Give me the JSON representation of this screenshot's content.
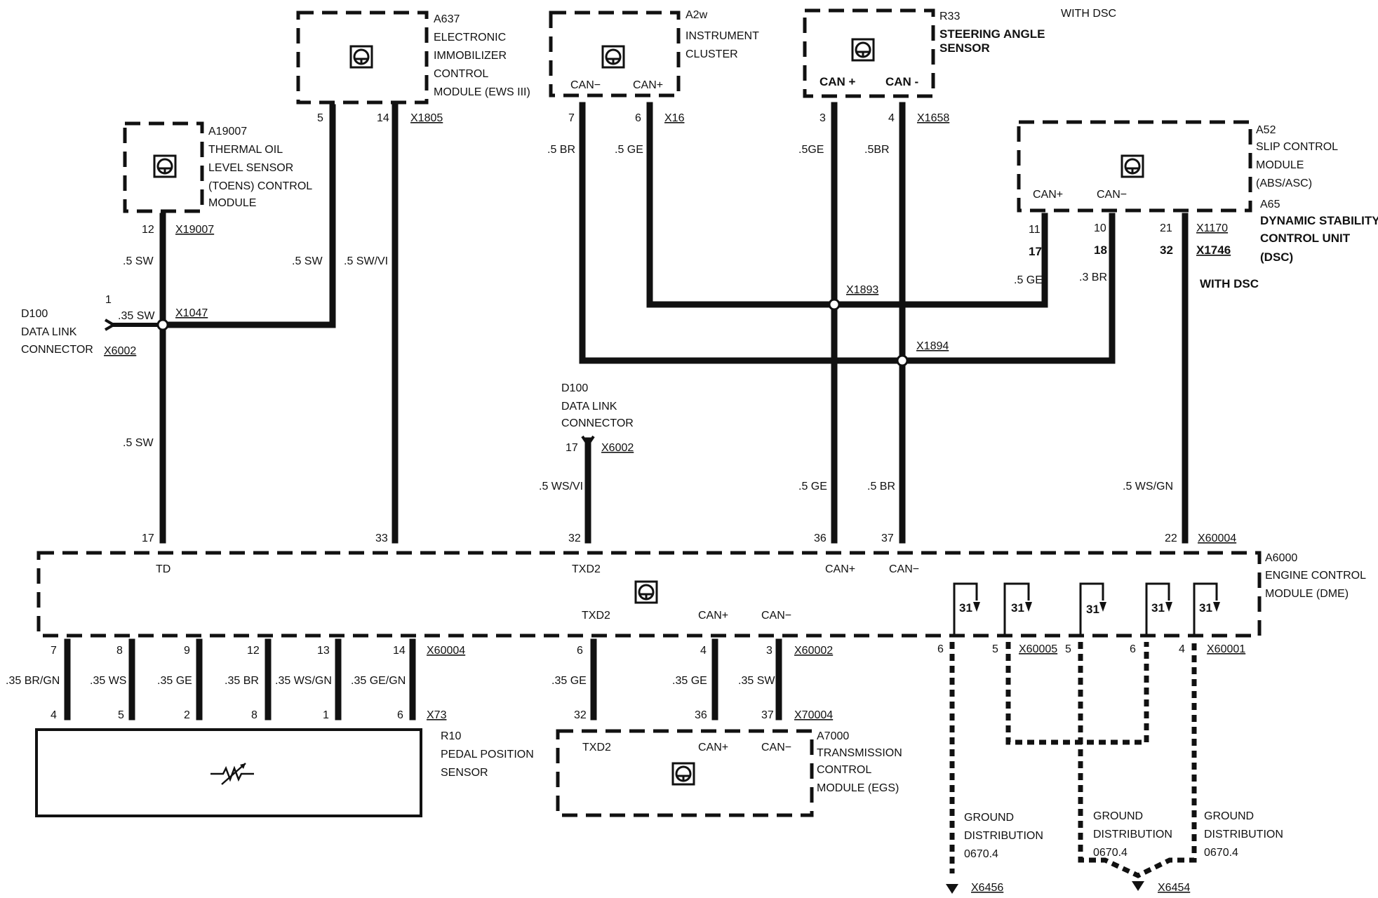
{
  "modules": {
    "a637": {
      "id": "A637",
      "lines": [
        "ELECTRONIC",
        "IMMOBILIZER",
        "CONTROL",
        "MODULE (EWS III)"
      ],
      "connector": "X1805",
      "pins": [
        "5",
        "14"
      ]
    },
    "a2w": {
      "id": "A2w",
      "lines": [
        "INSTRUMENT",
        "CLUSTER"
      ],
      "connector": "X16",
      "pins": [
        "7",
        "6"
      ],
      "can_minus": "CAN−",
      "can_plus": "CAN+"
    },
    "r33": {
      "id": "R33",
      "lines": [
        "STEERING ANGLE",
        "SENSOR"
      ],
      "connector": "X1658",
      "pins": [
        "3",
        "4"
      ],
      "can_plus": "CAN +",
      "can_minus": "CAN -",
      "note": "WITH DSC"
    },
    "a19007": {
      "id": "A19007",
      "lines": [
        "THERMAL OIL",
        "LEVEL SENSOR",
        "(TOENS) CONTROL",
        "MODULE"
      ],
      "connector": "X19007",
      "pin": "12"
    },
    "a52": {
      "id": "A52",
      "lines": [
        "SLIP CONTROL",
        "MODULE",
        "(ABS/ASC)"
      ],
      "alt_id": "A65",
      "alt_lines": [
        "DYNAMIC STABILITY",
        "CONTROL UNIT",
        "(DSC)"
      ],
      "note": "WITH DSC",
      "can_plus": "CAN+",
      "can_minus": "CAN−",
      "connector_a": "X1170",
      "connector_b": "X1746",
      "pins_a": [
        "11",
        "10",
        "21"
      ],
      "pins_b": [
        "17",
        "18",
        "32"
      ]
    },
    "a6000": {
      "id": "A6000",
      "lines": [
        "ENGINE CONTROL",
        "MODULE (DME)"
      ],
      "connector_top": "X60004",
      "pins_top": [
        "17",
        "33",
        "32",
        "36",
        "37",
        "22"
      ],
      "labels_top": [
        "TD",
        "TXD2",
        "CAN+",
        "CAN−"
      ],
      "labels_bottom": [
        "TXD2",
        "CAN+",
        "CAN−"
      ],
      "ground_pin": "31"
    },
    "a7000": {
      "id": "A7000",
      "lines": [
        "TRANSMISSION",
        "CONTROL",
        "MODULE (EGS)"
      ],
      "connector": "X70004",
      "pins": [
        "32",
        "36",
        "37"
      ],
      "labels": [
        "TXD2",
        "CAN+",
        "CAN−"
      ],
      "dme_connector": "X60002",
      "dme_pins": [
        "6",
        "4",
        "3"
      ]
    },
    "r10": {
      "id": "R10",
      "lines": [
        "PEDAL POSITION",
        "SENSOR"
      ],
      "connector": "X73",
      "pins": [
        "4",
        "5",
        "2",
        "8",
        "1",
        "6"
      ],
      "dme_connector": "X60004",
      "dme_pins": [
        "7",
        "8",
        "9",
        "12",
        "13",
        "14"
      ]
    }
  },
  "data_link_left": {
    "id": "D100",
    "lines": [
      "DATA LINK",
      "CONNECTOR"
    ],
    "connector": "X6002",
    "pin": "1",
    "splice": "X1047"
  },
  "data_link_mid": {
    "id": "D100",
    "lines": [
      "DATA LINK",
      "CONNECTOR"
    ],
    "connector": "X6002",
    "pin": "17"
  },
  "splices": {
    "can_high": "X1893",
    "can_low": "X1894"
  },
  "wire_labels": {
    "sw1": ".5 SW",
    "sw2": ".5 SW",
    "swvi": ".5 SW/VI",
    "sw35": ".35 SW",
    "sw3": ".5 SW",
    "br1": ".5 BR",
    "ge1": ".5 GE",
    "ge2": ".5GE",
    "br2": ".5BR",
    "ge3": ".5 GE",
    "br3": ".3 BR",
    "wsvi": ".5 WS/VI",
    "ge4": ".5 GE",
    "br4": ".5 BR",
    "wsgn": ".5 WS/GN",
    "p1": ".35 BR/GN",
    "p2": ".35 WS",
    "p3": ".35 GE",
    "p4": ".35 BR",
    "p5": ".35 WS/GN",
    "p6": ".35 GE/GN",
    "t1": ".35 GE",
    "t2": ".35 GE",
    "t3": ".35 SW"
  },
  "grounds": {
    "left": {
      "lines": [
        "GROUND",
        "DISTRIBUTION",
        "0670.4"
      ],
      "connector": "X6456"
    },
    "mid": {
      "lines": [
        "GROUND",
        "DISTRIBUTION",
        "0670.4"
      ],
      "connector": "X6454"
    },
    "right": {
      "lines": [
        "GROUND",
        "DISTRIBUTION",
        "0670.4"
      ]
    },
    "dme_connectors": [
      "X60005",
      "X60001"
    ],
    "dme_pins": [
      "6",
      "5",
      "5",
      "6",
      "4"
    ]
  }
}
